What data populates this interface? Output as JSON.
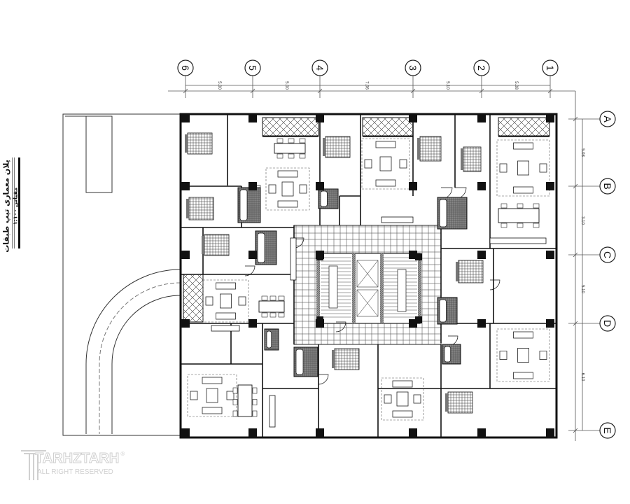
{
  "drawing": {
    "title": "پلان معماری تیپ طبقات",
    "scale": "مقیاس ۱:۱۰۰"
  },
  "grid": {
    "columns": [
      {
        "label": "6",
        "span_to_next": "5.00"
      },
      {
        "label": "5",
        "span_to_next": "5.00"
      },
      {
        "label": "4",
        "span_to_next": "7.06"
      },
      {
        "label": "3",
        "span_to_next": "5.10"
      },
      {
        "label": "2",
        "span_to_next": "5.08"
      },
      {
        "label": "1"
      }
    ],
    "rows": [
      {
        "label": "A",
        "span_to_next": "5.08"
      },
      {
        "label": "B",
        "span_to_next": "3.10"
      },
      {
        "label": "C",
        "span_to_next": "5.10"
      },
      {
        "label": "D",
        "span_to_next": "6.10"
      },
      {
        "label": "E"
      }
    ]
  },
  "watermark": {
    "brand": "TARHZTARH",
    "tagline": "ALL RIGHT RESERVED",
    "mark": "®"
  },
  "colors": {
    "line": "#111111",
    "watermark": "#d2d2d2"
  }
}
